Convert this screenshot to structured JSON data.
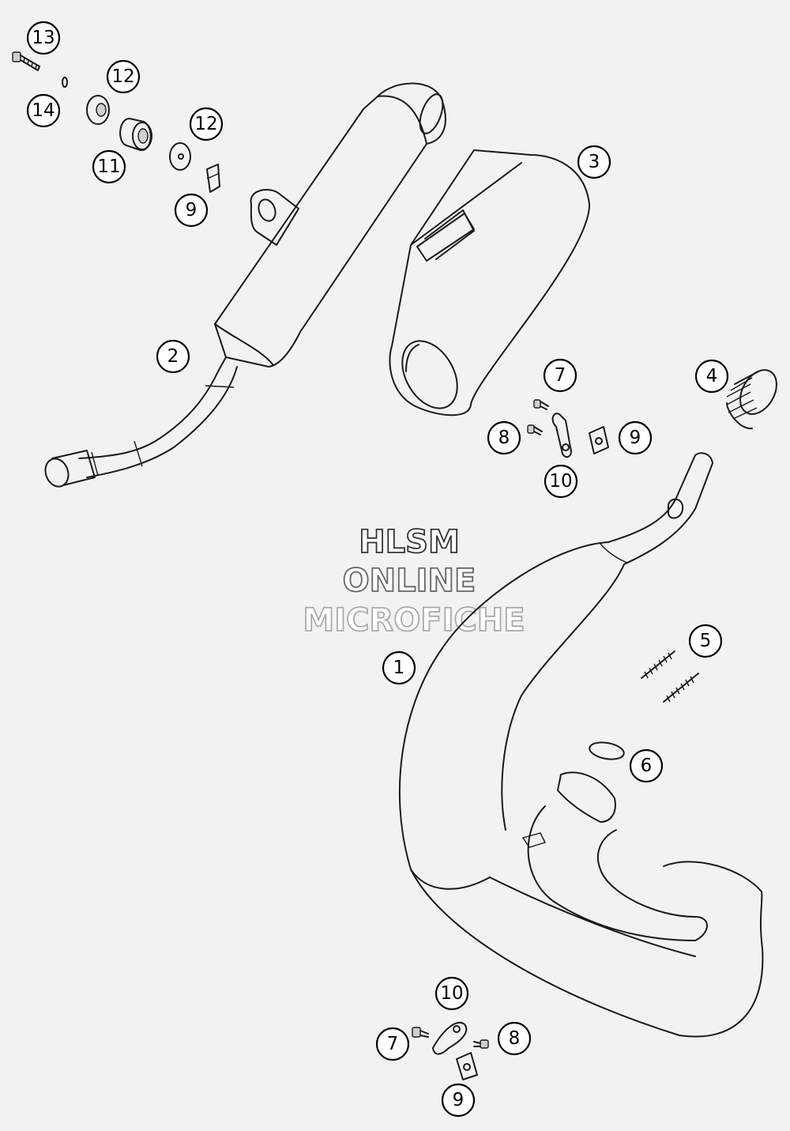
{
  "watermark": {
    "line1": "HLSM",
    "line2": "ONLINE",
    "line3": "MICROFICHE"
  },
  "callouts": [
    {
      "id": "c13",
      "label": "13"
    },
    {
      "id": "c12a",
      "label": "12"
    },
    {
      "id": "c14",
      "label": "14"
    },
    {
      "id": "c11",
      "label": "11"
    },
    {
      "id": "c12b",
      "label": "12"
    },
    {
      "id": "c9a",
      "label": "9"
    },
    {
      "id": "c3",
      "label": "3"
    },
    {
      "id": "c2",
      "label": "2"
    },
    {
      "id": "c7a",
      "label": "7"
    },
    {
      "id": "c4",
      "label": "4"
    },
    {
      "id": "c8a",
      "label": "8"
    },
    {
      "id": "c9b",
      "label": "9"
    },
    {
      "id": "c10a",
      "label": "10"
    },
    {
      "id": "c1",
      "label": "1"
    },
    {
      "id": "c5",
      "label": "5"
    },
    {
      "id": "c6",
      "label": "6"
    },
    {
      "id": "c10b",
      "label": "10"
    },
    {
      "id": "c7b",
      "label": "7"
    },
    {
      "id": "c8b",
      "label": "8"
    },
    {
      "id": "c9c",
      "label": "9"
    }
  ]
}
